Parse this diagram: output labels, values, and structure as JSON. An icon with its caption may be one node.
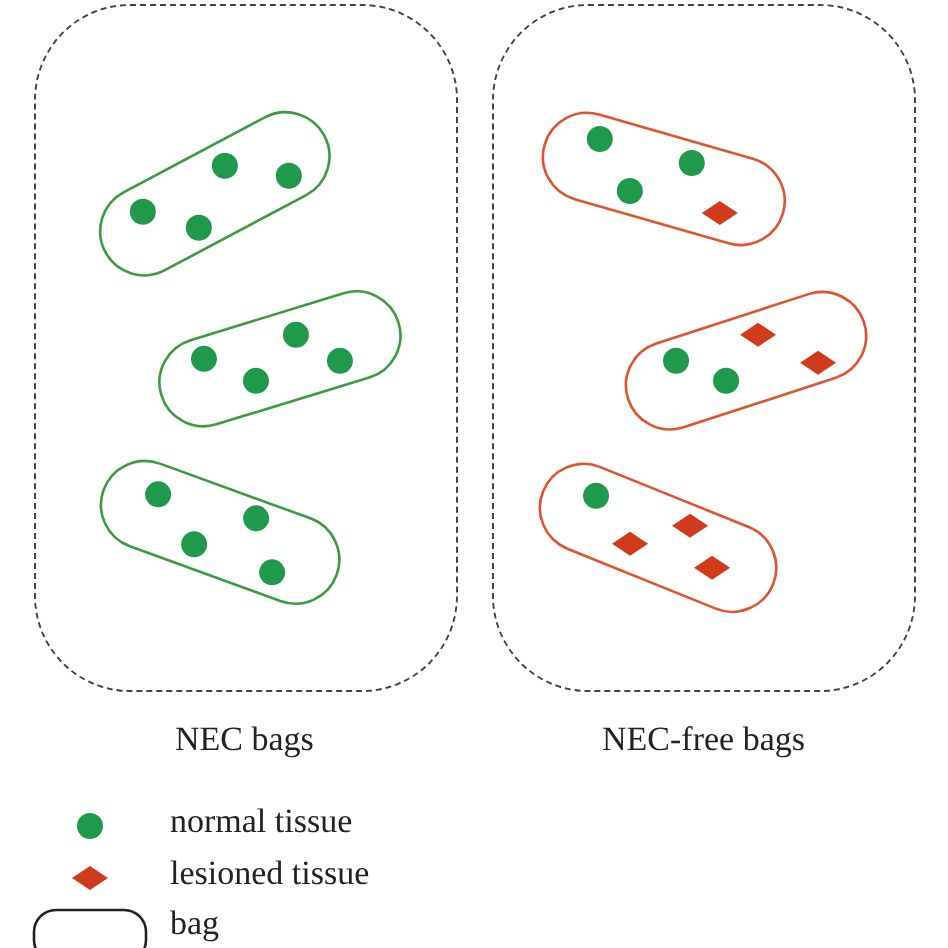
{
  "diagram": {
    "nodes": [
      {
        "text": [
          "NEC bags"
        ]
      },
      {
        "text": [],
        "shape": "box",
        "in": 0
      },
      {
        "text": [],
        "shape": "box",
        "in": 0
      },
      {
        "text": [],
        "shape": "box",
        "in": 0
      },
      {
        "text": [
          "NEC-free bags"
        ]
      },
      {
        "text": [],
        "shape": "box",
        "in": 4
      },
      {
        "text": [],
        "shape": "box",
        "in": 4
      },
      {
        "text": [],
        "shape": "box",
        "in": 4
      }
    ],
    "legend": [
      {
        "text": "normal tissue",
        "color": "#1f9a4c"
      },
      {
        "text": "lesioned tissue",
        "color": "#d23a1c"
      },
      {
        "text": "bag"
      }
    ]
  }
}
